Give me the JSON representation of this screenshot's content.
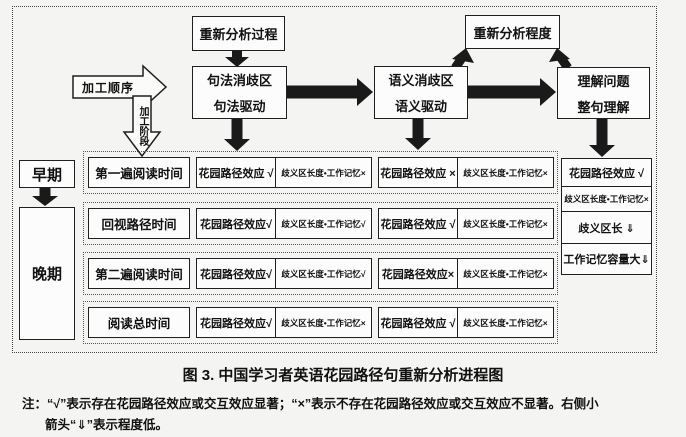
{
  "colors": {
    "ink": "#1f1f1f",
    "paper": "#f4f4f2",
    "box_fill": "#fcfcfc"
  },
  "labels": {
    "processing_order": "加工顺序",
    "processing_stage": "加工阶段"
  },
  "top": {
    "reanalysis_process": "重新分析过程",
    "reanalysis_degree": "重新分析程度",
    "syntax_line1": "句法消歧区",
    "syntax_line2": "句法驱动",
    "semantic_line1": "语义消歧区",
    "semantic_line2": "语义驱动",
    "comprehension_line1": "理解问题",
    "comprehension_line2": "整句理解"
  },
  "stages": {
    "early": "早期",
    "late": "晚期"
  },
  "rows": [
    {
      "label": "第一遍阅读时间",
      "cells": [
        "花园路径效应 √",
        "歧义区长度•工作记忆×",
        "花园路径效应 ×",
        "歧义区长度•工作记忆×"
      ]
    },
    {
      "label": "回视路径时间",
      "cells": [
        "花园路径效应√",
        "歧义区长度•工作记忆√",
        "花园路径效应 √",
        "歧义区长度•工作记忆×"
      ]
    },
    {
      "label": "第二遍阅读时间",
      "cells": [
        "花园路径效应√",
        "歧义区长度•工作记忆√",
        "花园路径效应×",
        "歧义区长度•工作记忆×"
      ]
    },
    {
      "label": "阅读总时间",
      "cells": [
        "花园路径效应√",
        "歧义区长度•工作记忆×",
        "花园路径效应 √",
        "歧义区长度•工作记忆×"
      ]
    }
  ],
  "summary": {
    "cells": [
      "花园路径效应 √",
      "歧义区长度•工作记忆×",
      "歧义区长 ⇓",
      "工作记忆容量大⇓"
    ]
  },
  "figure": {
    "caption": "图 3. 中国学习者英语花园路径句重新分析进程图",
    "note_line1": "注：“√”表示存在花园路径效应或交互效应显著；“×”表示不存在花园路径效应或交互效应不显著。右侧小",
    "note_line2": "箭头“⇓”表示程度低。"
  }
}
